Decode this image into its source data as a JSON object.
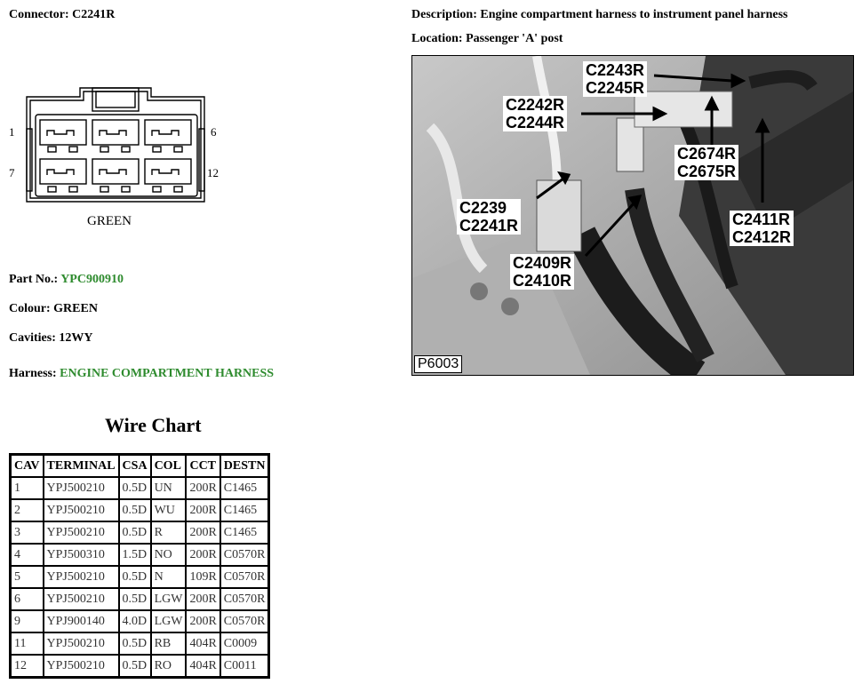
{
  "connector": {
    "label": "Connector:",
    "value": "C2241R"
  },
  "description": {
    "label": "Description:",
    "value": "Engine compartment harness to instrument panel harness"
  },
  "location": {
    "label": "Location:",
    "value": "Passenger 'A' post"
  },
  "diagram": {
    "pin_tl": "1",
    "pin_tr": "6",
    "pin_bl": "7",
    "pin_br": "12",
    "color_label": "GREEN"
  },
  "part": {
    "label": "Part No.:",
    "value": "YPC900910"
  },
  "colour": {
    "label": "Colour:",
    "value": "GREEN"
  },
  "cavities": {
    "label": "Cavities:",
    "value": "12WY"
  },
  "harness": {
    "label": "Harness:",
    "value": "ENGINE COMPARTMENT HARNESS"
  },
  "photo": {
    "id": "P6003",
    "callouts": [
      {
        "l1": "C2243R",
        "l2": "C2245R"
      },
      {
        "l1": "C2242R",
        "l2": "C2244R"
      },
      {
        "l1": "C2674R",
        "l2": "C2675R"
      },
      {
        "l1": "C2239",
        "l2": "C2241R"
      },
      {
        "l1": "C2411R",
        "l2": "C2412R"
      },
      {
        "l1": "C2409R",
        "l2": "C2410R"
      }
    ]
  },
  "wire_chart": {
    "title": "Wire Chart",
    "headers": [
      "CAV",
      "TERMINAL",
      "CSA",
      "COL",
      "CCT",
      "DESTN"
    ],
    "rows": [
      [
        "1",
        "YPJ500210",
        "0.5D",
        "UN",
        "200R",
        "C1465"
      ],
      [
        "2",
        "YPJ500210",
        "0.5D",
        "WU",
        "200R",
        "C1465"
      ],
      [
        "3",
        "YPJ500210",
        "0.5D",
        "R",
        "200R",
        "C1465"
      ],
      [
        "4",
        "YPJ500310",
        "1.5D",
        "NO",
        "200R",
        "C0570R"
      ],
      [
        "5",
        "YPJ500210",
        "0.5D",
        "N",
        "109R",
        "C0570R"
      ],
      [
        "6",
        "YPJ500210",
        "0.5D",
        "LGW",
        "200R",
        "C0570R"
      ],
      [
        "9",
        "YPJ900140",
        "4.0D",
        "LGW",
        "200R",
        "C0570R"
      ],
      [
        "11",
        "YPJ500210",
        "0.5D",
        "RB",
        "404R",
        "C0009"
      ],
      [
        "12",
        "YPJ500210",
        "0.5D",
        "RO",
        "404R",
        "C0011"
      ]
    ]
  }
}
